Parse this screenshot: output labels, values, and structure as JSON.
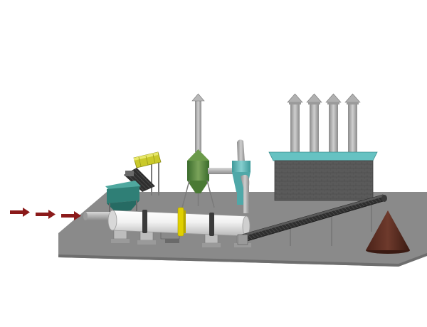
{
  "scene": {
    "background_color": "#ffffff",
    "platform_color": "#8a8a8a",
    "platform_edge_color": "#6e6e6e",
    "input_arrow_count": 3,
    "arrow_color": "#8b1a1a",
    "equipment": [
      {
        "name": "raw-material-hopper",
        "color": "#2f7f76"
      },
      {
        "name": "feeding-conveyor-hopper",
        "color": "#c9c92a"
      },
      {
        "name": "rotary-dryer-drum",
        "color": "#f2f2f2"
      },
      {
        "name": "drive-gear-ring",
        "color": "#e0d000"
      },
      {
        "name": "cyclone-dust-collector",
        "color": "#4f7f3c"
      },
      {
        "name": "induced-draft-fan",
        "color": "#5fb4b4"
      },
      {
        "name": "bag-dust-collector",
        "color": "#5a5a5a"
      },
      {
        "name": "discharge-belt-conveyor",
        "color": "#2e2e2e"
      },
      {
        "name": "finished-product-pile",
        "color": "#5a2d22"
      }
    ],
    "exhaust_chimney_count": 4
  }
}
